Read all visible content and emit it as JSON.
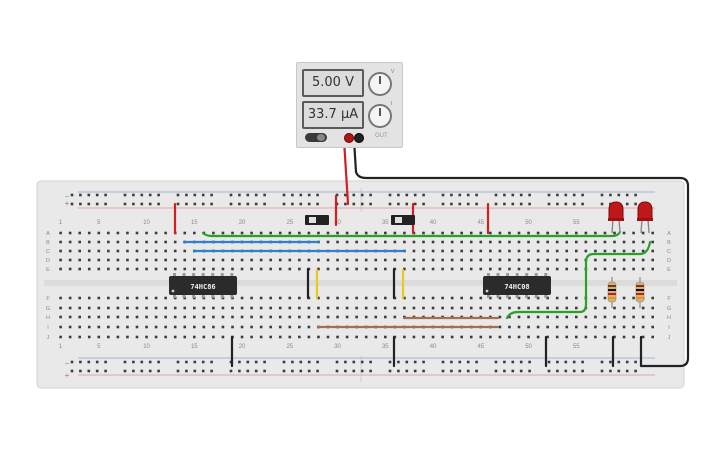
{
  "power_supply": {
    "voltage_display": "5.00 V",
    "current_display": "33.7 µA",
    "output_label": "OUT",
    "knob_labels": [
      "V",
      "I"
    ]
  },
  "breadboard": {
    "column_numbers": [
      "1",
      "5",
      "10",
      "15",
      "20",
      "25",
      "30",
      "35",
      "40",
      "45",
      "50",
      "55"
    ],
    "row_letters_top": [
      "A",
      "B",
      "C",
      "D",
      "E"
    ],
    "row_letters_bottom": [
      "F",
      "G",
      "H",
      "I",
      "J"
    ],
    "rail_plus": "+",
    "rail_minus": "−"
  },
  "chips": [
    {
      "label": "74HC86"
    },
    {
      "label": "74HC08"
    }
  ],
  "colors": {
    "board": "#e9e9e9",
    "hole": "#3c3c3c",
    "wire_red": "#d02020",
    "wire_black": "#222222",
    "wire_green": "#2aa02a",
    "wire_blue": "#2f7fd4",
    "wire_yellow": "#e8c81c",
    "wire_brown": "#a07050",
    "led_red": "#c01818"
  }
}
